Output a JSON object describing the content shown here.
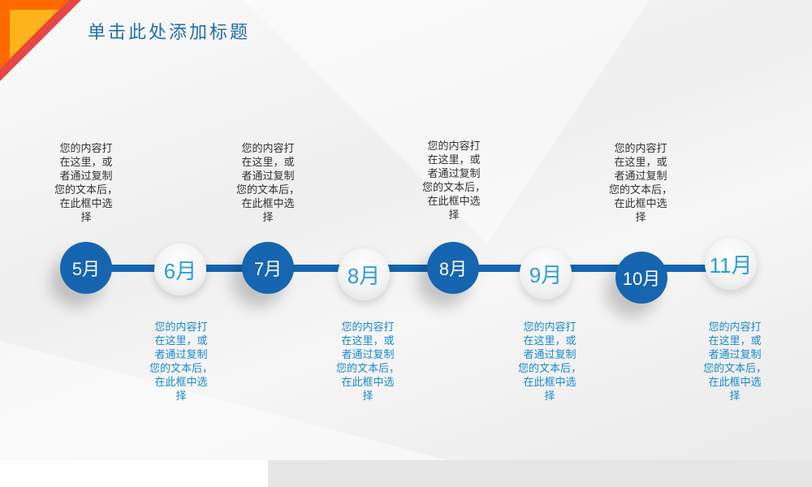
{
  "slide": {
    "title": "单击此处添加标题"
  },
  "colors": {
    "accent": "#1565b0",
    "light_text": "#1a8ad0",
    "orange": "#ff6a00",
    "yellow": "#fbb41a",
    "red": "#e84545"
  },
  "placeholder_lines": [
    "您的内容打",
    "在这里，或",
    "者通过复制",
    "您的文本后，",
    "在此框中选",
    "择"
  ],
  "timeline": [
    {
      "label": "5月",
      "style": "blue"
    },
    {
      "label": "6月",
      "style": "white"
    },
    {
      "label": "7月",
      "style": "blue"
    },
    {
      "label": "8月",
      "style": "white"
    },
    {
      "label": "8月",
      "style": "blue"
    },
    {
      "label": "9月",
      "style": "white"
    },
    {
      "label": "10月",
      "style": "blue"
    },
    {
      "label": "11月",
      "style": "white"
    }
  ]
}
